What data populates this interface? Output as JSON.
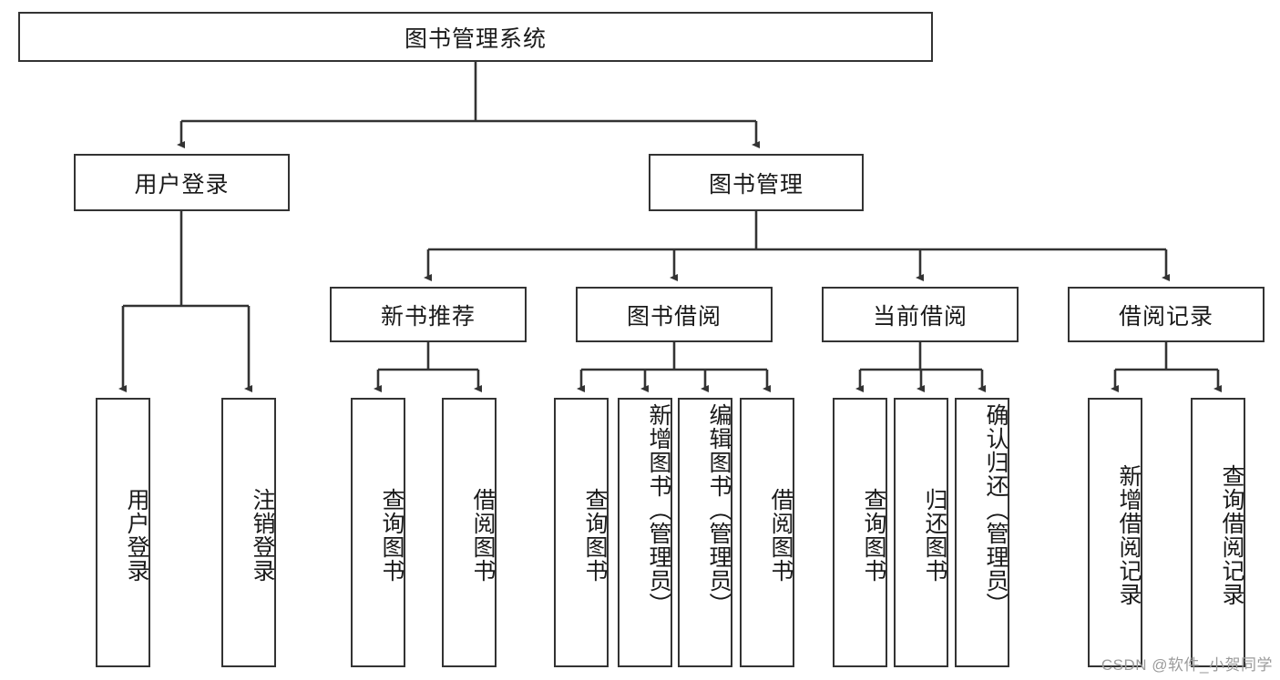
{
  "diagram": {
    "title_node": {
      "label": "图书管理系统"
    },
    "level2": [
      {
        "id": "user-login",
        "label": "用户登录"
      },
      {
        "id": "book-management",
        "label": "图书管理"
      }
    ],
    "level3": [
      {
        "id": "new-book-recommend",
        "label": "新书推荐"
      },
      {
        "id": "book-borrow",
        "label": "图书借阅"
      },
      {
        "id": "current-borrow",
        "label": "当前借阅"
      },
      {
        "id": "borrow-record",
        "label": "借阅记录"
      }
    ],
    "leaves": {
      "user_login": [
        {
          "id": "leaf-user-login",
          "label": "用户登录"
        },
        {
          "id": "leaf-logout-login",
          "label": "注销登录"
        }
      ],
      "new_book_recommend": [
        {
          "id": "leaf-query-book-1",
          "label": "查询图书"
        },
        {
          "id": "leaf-borrow-book-1",
          "label": "借阅图书"
        }
      ],
      "book_borrow": [
        {
          "id": "leaf-query-book-2",
          "label": "查询图书"
        },
        {
          "id": "leaf-add-book",
          "label": "新增图书（管理员）"
        },
        {
          "id": "leaf-edit-book",
          "label": "编辑图书（管理员）"
        },
        {
          "id": "leaf-borrow-book-2",
          "label": "借阅图书"
        }
      ],
      "current_borrow": [
        {
          "id": "leaf-query-book-3",
          "label": "查询图书"
        },
        {
          "id": "leaf-return-book",
          "label": "归还图书"
        },
        {
          "id": "leaf-confirm-return",
          "label": "确认归还（管理员）"
        }
      ],
      "borrow_record": [
        {
          "id": "leaf-add-record",
          "label": "新增借阅记录"
        },
        {
          "id": "leaf-query-record",
          "label": "查询借阅记录"
        }
      ]
    },
    "colors": {
      "stroke": "#333333",
      "fill": "#ffffff",
      "text": "#1a1a1a",
      "watermark": "#9b9b9b"
    }
  },
  "watermark": {
    "text": "CSDN @软件_小贺同学"
  }
}
